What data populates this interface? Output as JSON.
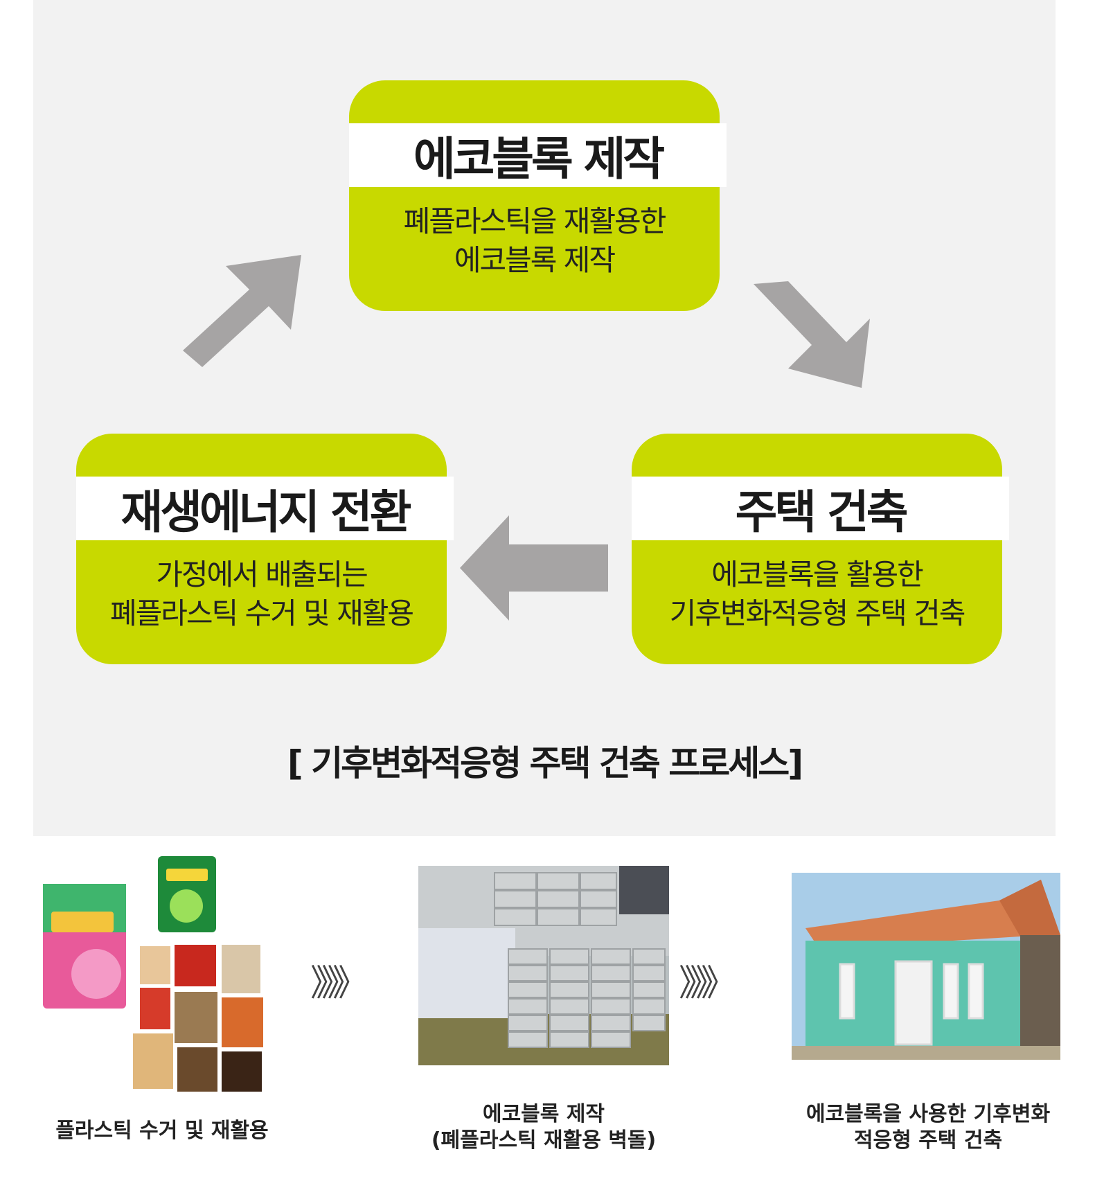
{
  "diagram": {
    "top_box": {
      "title": "에코블록 제작",
      "desc_lines": [
        "폐플라스틱을 재활용한",
        "에코블록 제작"
      ]
    },
    "right_box": {
      "title": "주택 건축",
      "desc_lines": [
        "에코블록을 활용한",
        "기후변화적응형  주택 건축"
      ]
    },
    "left_box": {
      "title": "재생에너지 전환",
      "desc_lines": [
        "가정에서 배출되는",
        "폐플라스틱 수거  및 재활용"
      ]
    },
    "caption": "[ 기후변화적응형 주택 건축 프로세스]",
    "colors": {
      "box_fill": "#c8d900",
      "arrow": "#a6a4a4",
      "panel_bg": "#f2f2f2"
    }
  },
  "steps": {
    "separator": "》》》",
    "items": [
      {
        "image_icon": "plastic-packaging-photo",
        "lines": [
          "플라스틱 수거 및  재활용"
        ]
      },
      {
        "image_icon": "eco-block-stack-photo",
        "lines": [
          "에코블록 제작",
          "(폐플라스틱 재활용 벽돌)"
        ]
      },
      {
        "image_icon": "eco-house-photo",
        "lines": [
          "에코블록을 사용한 기후변화",
          "적응형 주택 건축"
        ]
      }
    ]
  }
}
